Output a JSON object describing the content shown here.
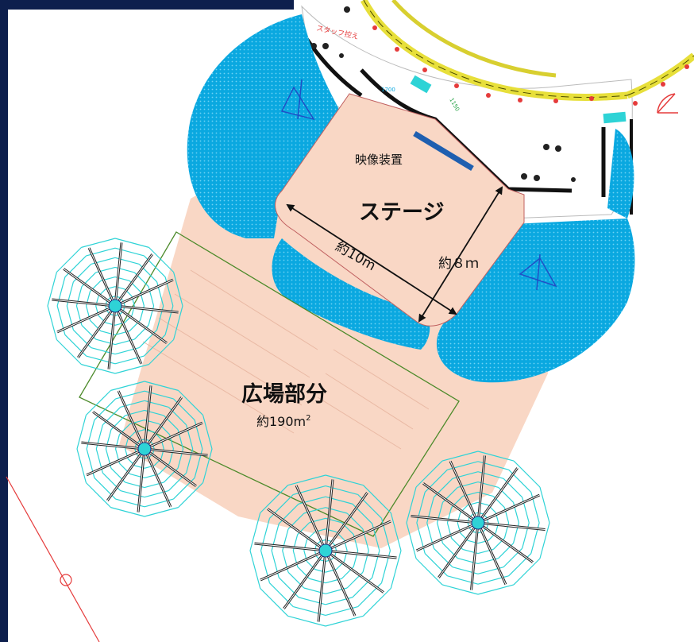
{
  "labels": {
    "staff_area": "スタッフ控え",
    "video_device": "映像装置",
    "stage": "ステージ",
    "stage_width": "約10m",
    "stage_depth": "約８ｍ",
    "plaza": "広場部分",
    "plaza_area_prefix": "約190m",
    "plaza_area_superscript": "2"
  },
  "colors": {
    "frame": "#0d1f4d",
    "salmon": "#f9d7c5",
    "seat_blue": "#0aa8e0",
    "tent_cyan": "#2ed3d6",
    "rail_yellow": "#e7df3a",
    "marker_red": "#e53b3b",
    "screen_blue": "#1f5fb0",
    "plaza_outline": "#4c8a2a"
  },
  "icons": [
    "umbrella-tent-icon",
    "spotlight-icon",
    "door-swing-icon"
  ]
}
